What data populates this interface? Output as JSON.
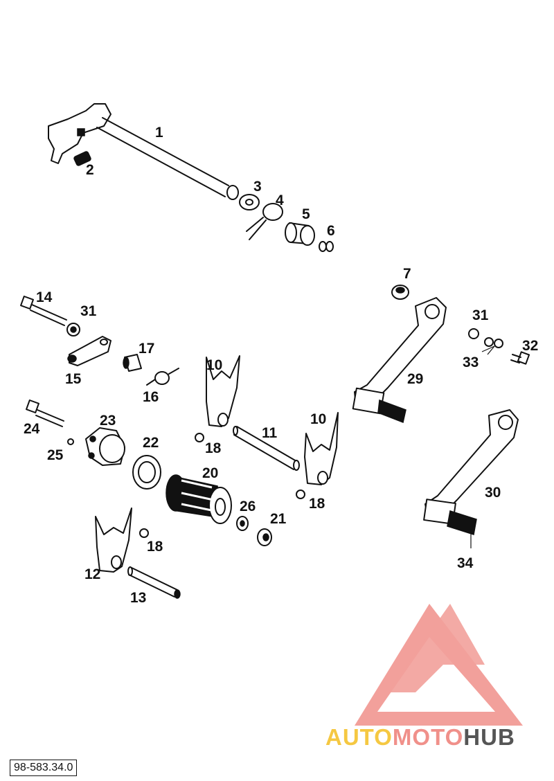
{
  "reference_code": "98-583.34.0",
  "watermark": {
    "text_a": "AUTO",
    "text_b": "MOTO",
    "text_c": "HUB",
    "color_a": "#f5c842",
    "color_b": "#f0908a",
    "color_c": "#555555",
    "logo_color": "#f0908a"
  },
  "callouts": {
    "p1": "1",
    "p2": "2",
    "p3": "3",
    "p4": "4",
    "p5": "5",
    "p6": "6",
    "p7": "7",
    "p10a": "10",
    "p10b": "10",
    "p11": "11",
    "p12": "12",
    "p13": "13",
    "p14": "14",
    "p15": "15",
    "p16": "16",
    "p17": "17",
    "p18a": "18",
    "p18b": "18",
    "p18c": "18",
    "p20": "20",
    "p21": "21",
    "p22": "22",
    "p23": "23",
    "p24": "24",
    "p25": "25",
    "p26": "26",
    "p29": "29",
    "p30": "30",
    "p31a": "31",
    "p31b": "31",
    "p32": "32",
    "p33": "33",
    "p34": "34"
  }
}
